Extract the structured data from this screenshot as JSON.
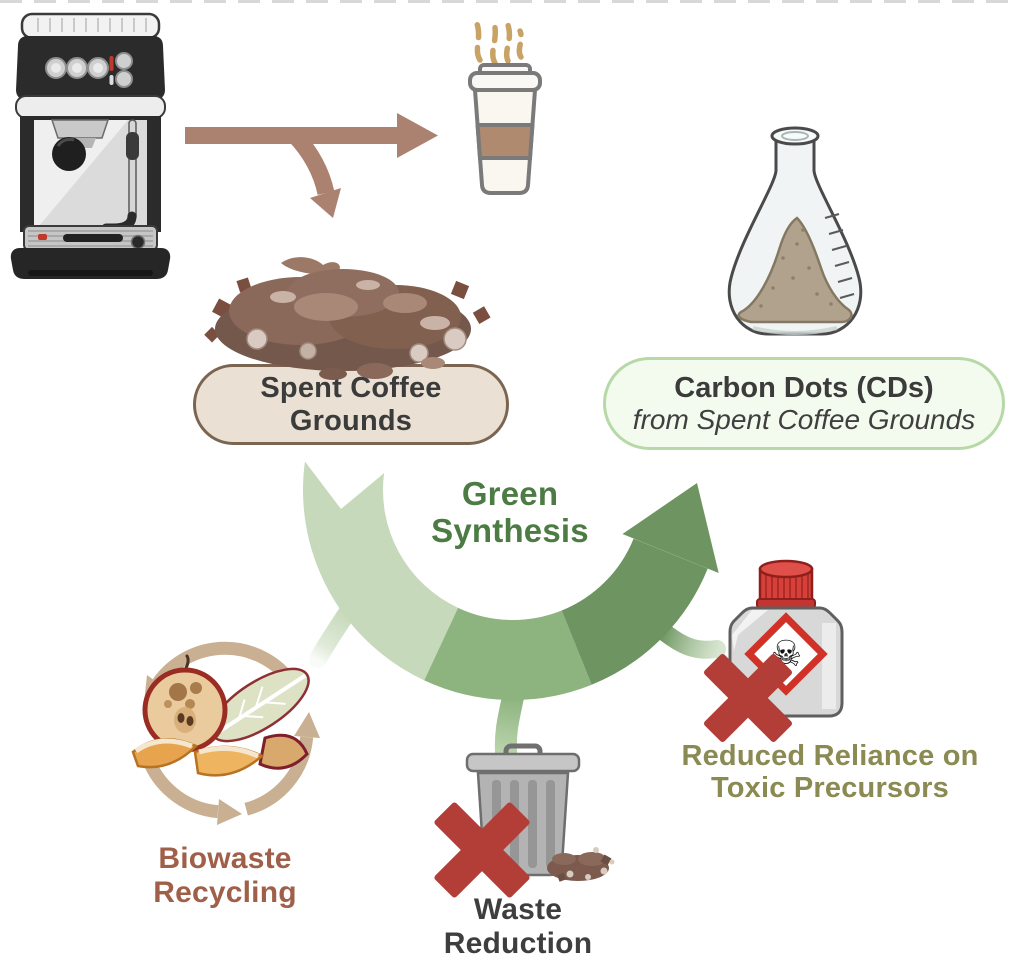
{
  "figure": {
    "nodes": {
      "spent_coffee_grounds": {
        "label": "Spent Coffee Grounds"
      },
      "carbon_dots": {
        "title": "Carbon Dots (CDs)",
        "subtitle": "from Spent Coffee Grounds"
      },
      "process": {
        "label": "Green Synthesis"
      },
      "benefits": [
        {
          "id": "biowaste-recycling",
          "label": "Biowaste Recycling"
        },
        {
          "id": "waste-reduction",
          "label": "Waste Reduction"
        },
        {
          "id": "toxic-precursors",
          "label": "Reduced Reliance on Toxic Precursors"
        }
      ]
    },
    "icons": {
      "espresso_machine": "espresso-machine-icon",
      "coffee_cup": "steaming to-go coffee cup",
      "branch_arrow": "brown arrow splitting to cup and grounds",
      "coffee_grounds": "pile of wet spent coffee grounds",
      "flask": "Erlenmeyer flask with brown carbon-dot powder",
      "green_cycle_arrow": "green semicircular synthesis arrow",
      "recycling_arrows": "circular recycling arrows around food waste",
      "trash_can": "metal trash can with spilled grounds",
      "toxic_bottle": "chemical bottle with skull hazard label",
      "prohibition_x": "red crossed-out X",
      "skull_glyph": "☠"
    },
    "colors": {
      "arrow_brown": "#AB8270",
      "steam_tan": "#C8A365",
      "pill_beige_bg": "#EAE0D4",
      "pill_beige_border": "#7B6450",
      "pill_green_bg": "#F3FAEE",
      "pill_green_border": "#B6D9A7",
      "arc_light_green": "#C6D9BA",
      "arc_mid_green": "#8DB37F",
      "arc_dark_green": "#6E9561",
      "green_text": "#4C7B44",
      "biowaste_text": "#A05F48",
      "waste_text": "#3E3E3E",
      "toxic_text": "#8A8A52",
      "x_red": "#B23E37"
    }
  }
}
